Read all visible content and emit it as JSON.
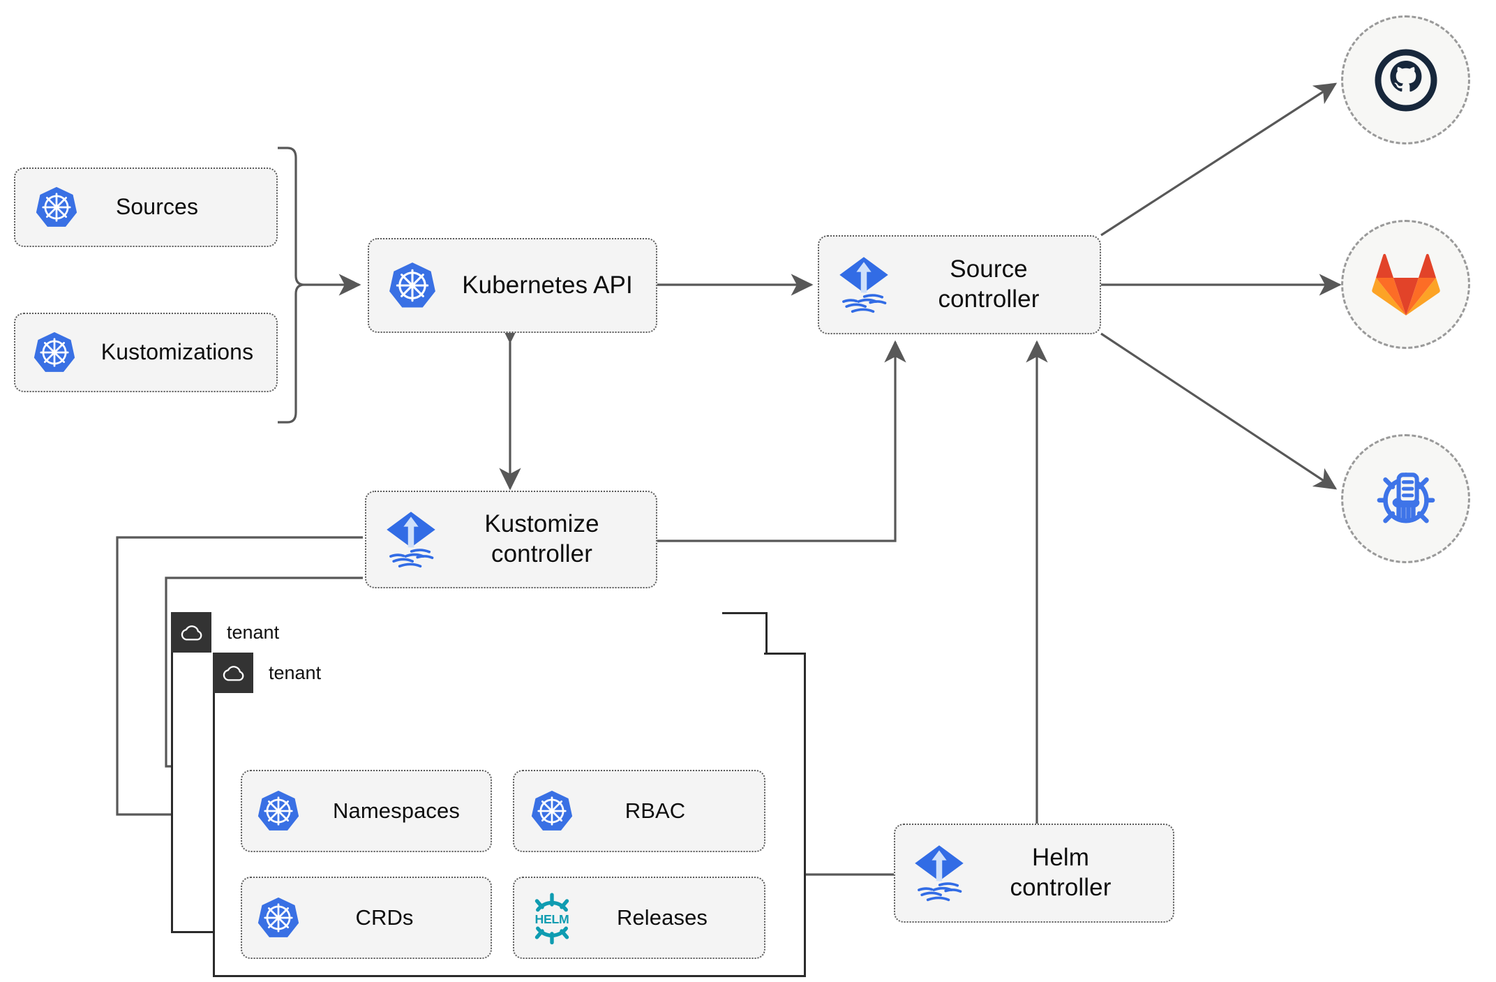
{
  "diagram": {
    "title": "Flux GitOps Toolkit architecture",
    "colors": {
      "kubernetes_blue": "#3970E4",
      "flux_blue": "#326CE5",
      "helm_teal": "#0F9CB1",
      "gitlab_orange": "#E24329",
      "gitlab_amber": "#FCA326",
      "github_dark": "#17273B",
      "node_fill": "#F4F4F4",
      "node_border": "#5A5A5A",
      "arrow": "#585858",
      "tenant_border": "#2B2B2B",
      "tenant_badge": "#333333"
    },
    "nodes": [
      {
        "id": "sources",
        "label": "Sources",
        "icon": "kubernetes-icon"
      },
      {
        "id": "kustomizations",
        "label": "Kustomizations",
        "icon": "kubernetes-icon"
      },
      {
        "id": "k8s-api",
        "label": "Kubernetes API",
        "icon": "kubernetes-icon"
      },
      {
        "id": "source-ctrl",
        "label": "Source\ncontroller",
        "icon": "flux-icon"
      },
      {
        "id": "kustomize-ctrl",
        "label": "Kustomize\ncontroller",
        "icon": "flux-icon"
      },
      {
        "id": "helm-ctrl",
        "label": "Helm\ncontroller",
        "icon": "flux-icon"
      },
      {
        "id": "namespaces",
        "label": "Namespaces",
        "icon": "kubernetes-icon"
      },
      {
        "id": "rbac",
        "label": "RBAC",
        "icon": "kubernetes-icon"
      },
      {
        "id": "crds",
        "label": "CRDs",
        "icon": "kubernetes-icon"
      },
      {
        "id": "releases",
        "label": "Releases",
        "icon": "helm-icon"
      }
    ],
    "tenants": [
      {
        "id": "tenant-back",
        "label": "tenant",
        "icon": "cloud-icon"
      },
      {
        "id": "tenant-front",
        "label": "tenant",
        "icon": "cloud-icon"
      }
    ],
    "providers": [
      {
        "id": "github",
        "icon": "github-icon",
        "alt": "GitHub"
      },
      {
        "id": "gitlab",
        "icon": "gitlab-icon",
        "alt": "GitLab"
      },
      {
        "id": "helm-repo",
        "icon": "helm-repo-icon",
        "alt": "Helm repository"
      }
    ]
  }
}
